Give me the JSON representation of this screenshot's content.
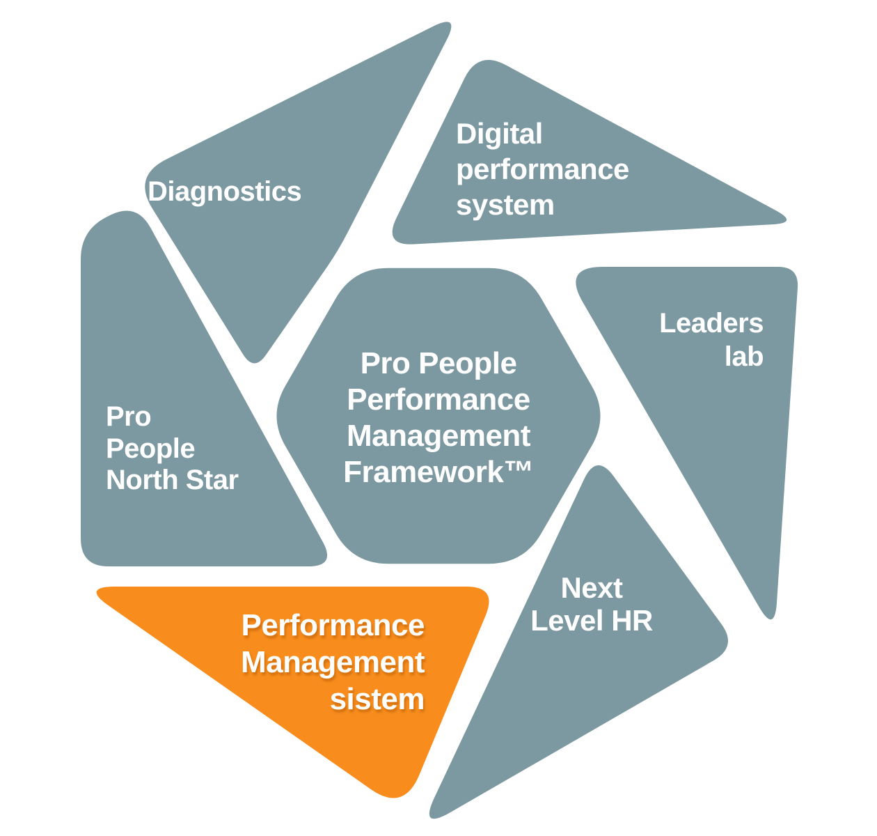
{
  "diagram": {
    "name": "hex-pinwheel-framework-diagram",
    "colors": {
      "slate": "#7C98A1",
      "orange": "#F88D1D",
      "label_text": "#FFFFFF",
      "background": "#FFFFFF"
    },
    "segments": {
      "diagnostics": {
        "label": "Diagnostics",
        "highlighted": false
      },
      "digital": {
        "label": "Digital\nperformance\nsystem",
        "highlighted": false
      },
      "leaders": {
        "label": "Leaders\nlab",
        "highlighted": false
      },
      "next": {
        "label": "Next\nLevel HR",
        "highlighted": false
      },
      "pms": {
        "label": "Performance\nManagement\nsistem",
        "highlighted": true
      },
      "north_star": {
        "label": "Pro\nPeople\nNorth Star",
        "highlighted": false
      },
      "center": {
        "label": "Pro People\nPerformance\nManagement\nFramework™",
        "highlighted": false
      }
    }
  }
}
